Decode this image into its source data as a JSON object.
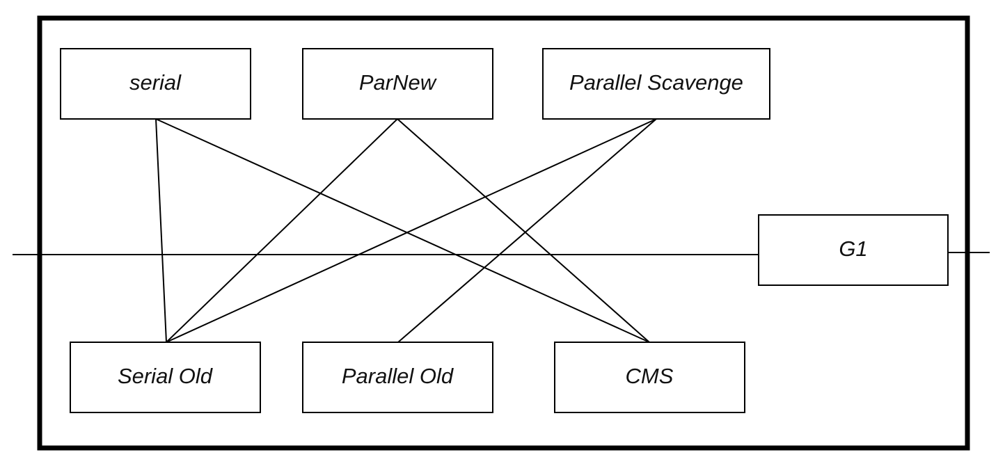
{
  "diagram": {
    "nodes": {
      "serial": {
        "label": "serial"
      },
      "parnew": {
        "label": "ParNew"
      },
      "parallel_scavenge": {
        "label": "Parallel Scavenge"
      },
      "g1": {
        "label": "G1"
      },
      "serial_old": {
        "label": "Serial Old"
      },
      "parallel_old": {
        "label": "Parallel Old"
      },
      "cms": {
        "label": "CMS"
      }
    },
    "edges": [
      {
        "from": "serial",
        "to": "serial_old"
      },
      {
        "from": "serial",
        "to": "cms"
      },
      {
        "from": "parnew",
        "to": "serial_old"
      },
      {
        "from": "parnew",
        "to": "cms"
      },
      {
        "from": "parallel_scavenge",
        "to": "serial_old"
      },
      {
        "from": "parallel_scavenge",
        "to": "parallel_old"
      }
    ]
  }
}
